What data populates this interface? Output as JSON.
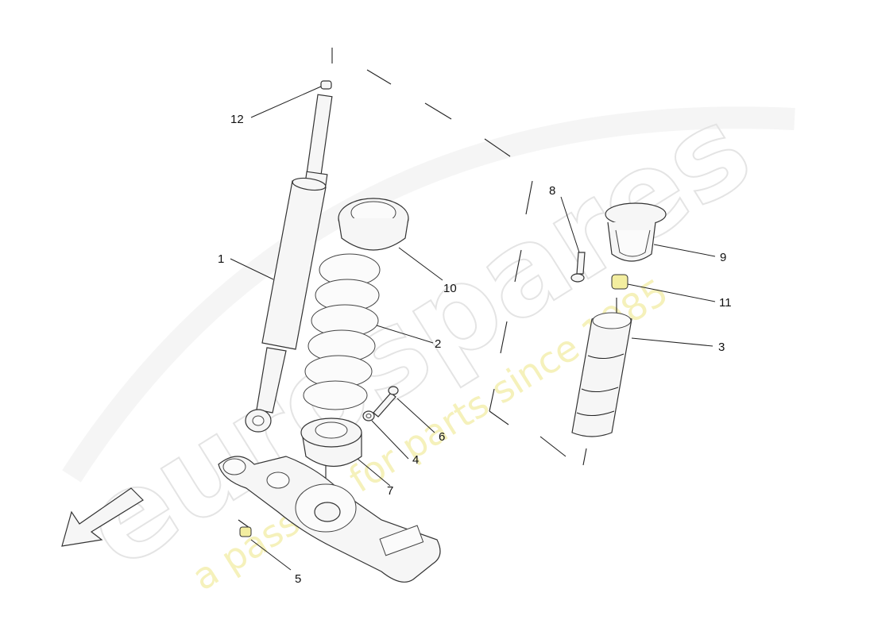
{
  "watermark": {
    "brand": "eurospares",
    "tagline": "a passion for parts since 1985"
  },
  "callouts": [
    {
      "id": "1",
      "label": "1"
    },
    {
      "id": "2",
      "label": "2"
    },
    {
      "id": "3",
      "label": "3"
    },
    {
      "id": "4",
      "label": "4"
    },
    {
      "id": "5",
      "label": "5"
    },
    {
      "id": "6",
      "label": "6"
    },
    {
      "id": "7",
      "label": "7"
    },
    {
      "id": "8",
      "label": "8"
    },
    {
      "id": "9",
      "label": "9"
    },
    {
      "id": "10",
      "label": "10"
    },
    {
      "id": "11",
      "label": "11"
    },
    {
      "id": "12",
      "label": "12"
    }
  ],
  "colors": {
    "highlight": "#f3eea0",
    "line": "#222222",
    "watermark": "#e4e4e4"
  }
}
